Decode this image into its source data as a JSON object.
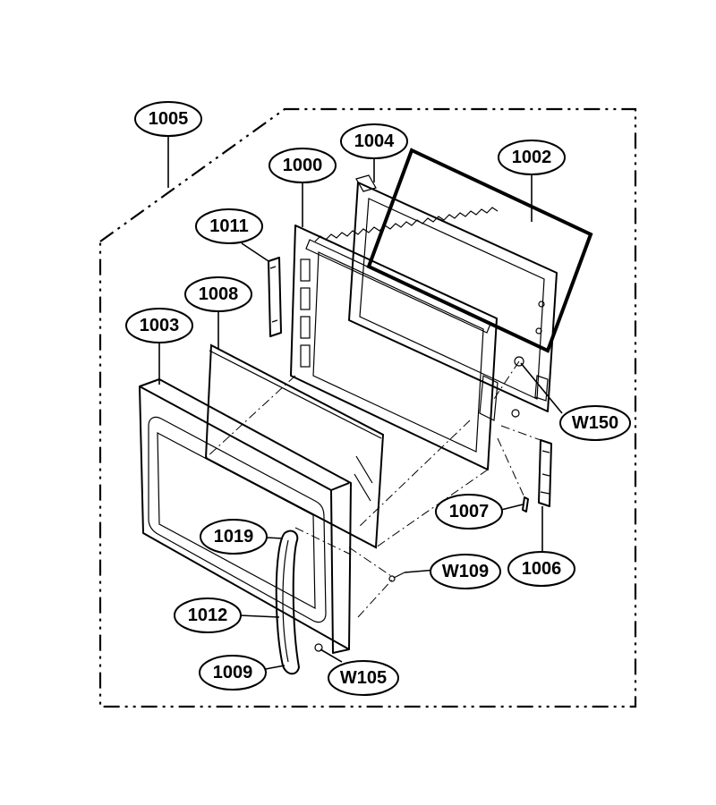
{
  "diagram": {
    "callouts": [
      {
        "id": "1005",
        "label": "1005"
      },
      {
        "id": "1004",
        "label": "1004"
      },
      {
        "id": "1000",
        "label": "1000"
      },
      {
        "id": "1002",
        "label": "1002"
      },
      {
        "id": "1011",
        "label": "1011"
      },
      {
        "id": "1008",
        "label": "1008"
      },
      {
        "id": "1003",
        "label": "1003"
      },
      {
        "id": "W150",
        "label": "W150"
      },
      {
        "id": "1007",
        "label": "1007"
      },
      {
        "id": "1019",
        "label": "1019"
      },
      {
        "id": "W109",
        "label": "W109"
      },
      {
        "id": "1006",
        "label": "1006"
      },
      {
        "id": "1012",
        "label": "1012"
      },
      {
        "id": "1009",
        "label": "1009"
      },
      {
        "id": "W105",
        "label": "W105"
      }
    ]
  }
}
